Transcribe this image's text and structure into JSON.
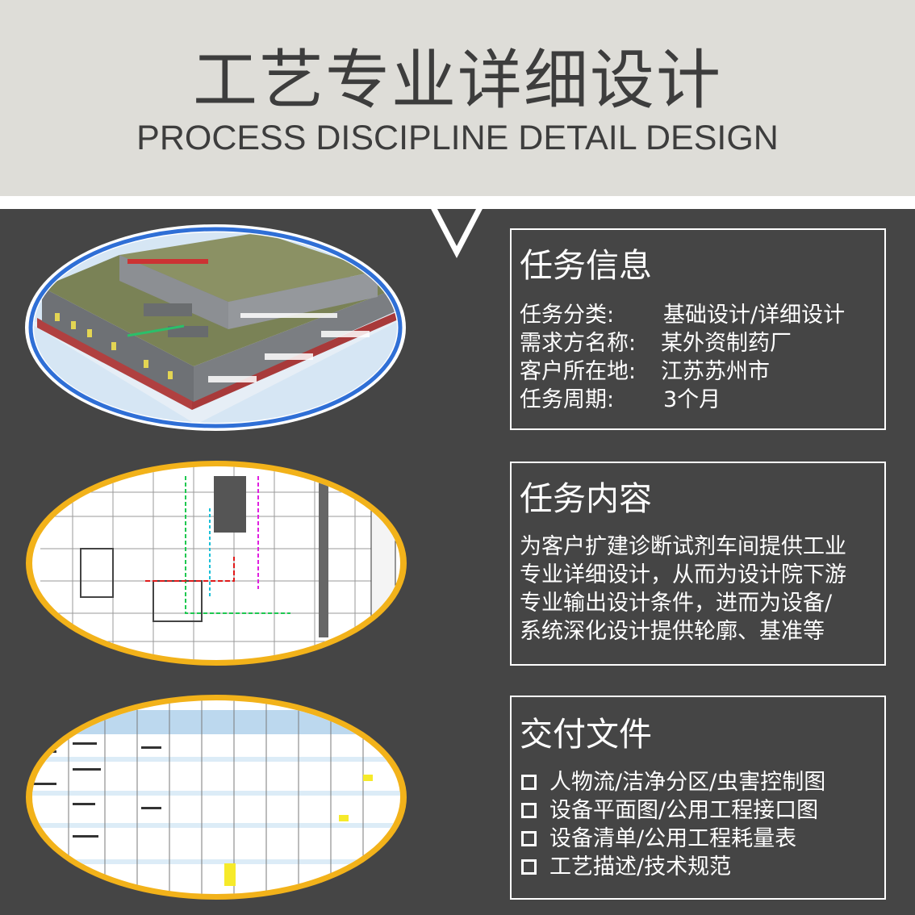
{
  "header": {
    "title_cn": "工艺专业详细设计",
    "title_en": "PROCESS DISCIPLINE DETAIL DESIGN"
  },
  "task_info": {
    "title": "任务信息",
    "rows": [
      {
        "key": "任务分类:",
        "value": "基础设计/详细设计"
      },
      {
        "key": "需求方名称:",
        "value": "某外资制药厂"
      },
      {
        "key": "客户所在地:",
        "value": "江苏苏州市"
      },
      {
        "key": "任务周期:",
        "value": "3个月"
      }
    ]
  },
  "task_content": {
    "title": "任务内容",
    "lines": [
      "为客户扩建诊断试剂车间提供工业",
      "专业详细设计，从而为设计院下游",
      "专业输出设计条件，进而为设备/",
      "系统深化设计提供轮廓、基准等"
    ]
  },
  "deliverables": {
    "title": "交付文件",
    "items": [
      "人物流/洁净分区/虫害控制图",
      "设备平面图/公用工程接口图",
      "设备清单/公用工程耗量表",
      "工艺描述/技术规范"
    ]
  },
  "colors": {
    "header_bg": "#deddd8",
    "body_bg": "#454545",
    "oval_border_blue": "#2f6fd6",
    "oval_border_gold": "#f2b21a"
  },
  "images": [
    {
      "name": "building-3d-model-image"
    },
    {
      "name": "floor-plan-drawing-image"
    },
    {
      "name": "equipment-list-table-image"
    }
  ]
}
